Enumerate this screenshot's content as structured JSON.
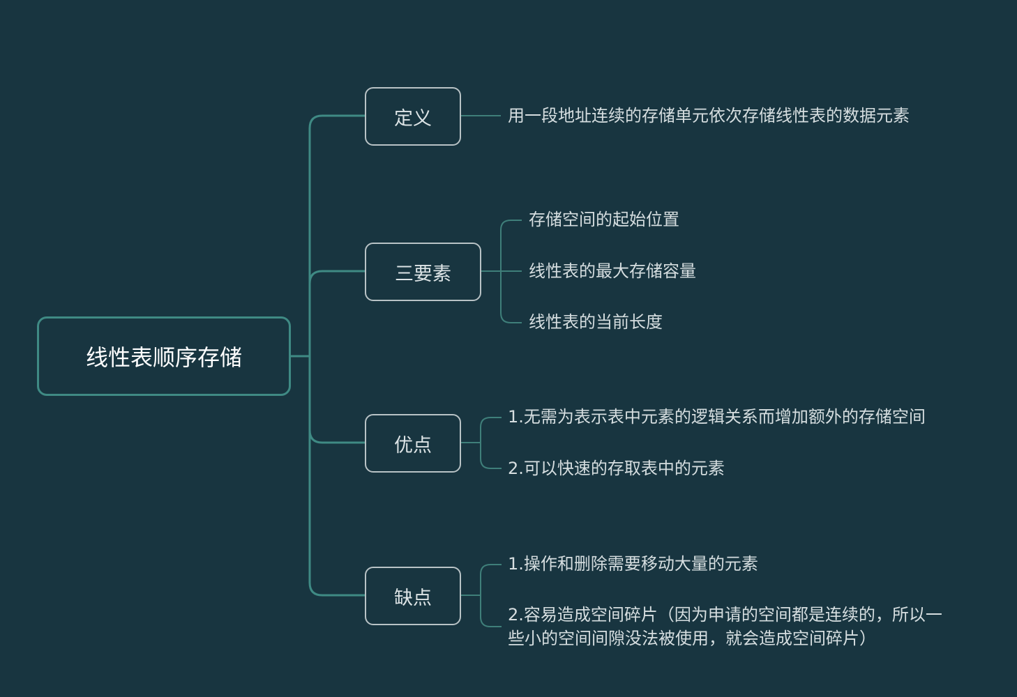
{
  "root": {
    "label": "线性表顺序存储"
  },
  "branches": [
    {
      "label": "定义",
      "children": [
        "用一段地址连续的存储单元依次存储线性表的数据元素"
      ]
    },
    {
      "label": "三要素",
      "children": [
        "存储空间的起始位置",
        "线性表的最大存储容量",
        "线性表的当前长度"
      ]
    },
    {
      "label": "优点",
      "children": [
        "1.无需为表示表中元素的逻辑关系而增加额外的存储空间",
        "2.可以快速的存取表中的元素"
      ]
    },
    {
      "label": "缺点",
      "children": [
        "1.操作和删除需要移动大量的元素",
        "2.容易造成空间碎片（因为申请的空间都是连续的，所以一些小的空间间隙没法被使用，就会造成空间碎片）"
      ]
    }
  ],
  "colors": {
    "background": "#183540",
    "root_border": "#3f8a84",
    "branch_line": "#3f8a84",
    "leaf_line": "#3f7f7a",
    "branch_border": "#b9c3c6",
    "text": "#d6dee0"
  }
}
